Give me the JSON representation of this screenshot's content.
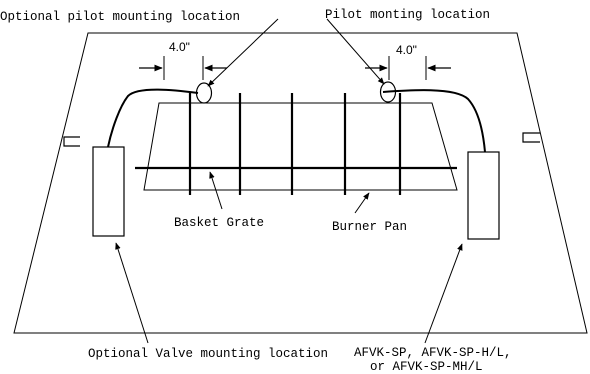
{
  "labels": {
    "optional_pilot": "Optional pilot mounting location",
    "pilot": "Pilot monting location",
    "dim_left": "4.0\"",
    "dim_right": "4.0\"",
    "basket_grate": "Basket Grate",
    "burner_pan": "Burner Pan",
    "optional_valve": "Optional Valve mounting location",
    "valve_line1": "AFVK-SP, AFVK-SP-H/L,",
    "valve_line2": "or AFVK-SP-MH/L"
  }
}
